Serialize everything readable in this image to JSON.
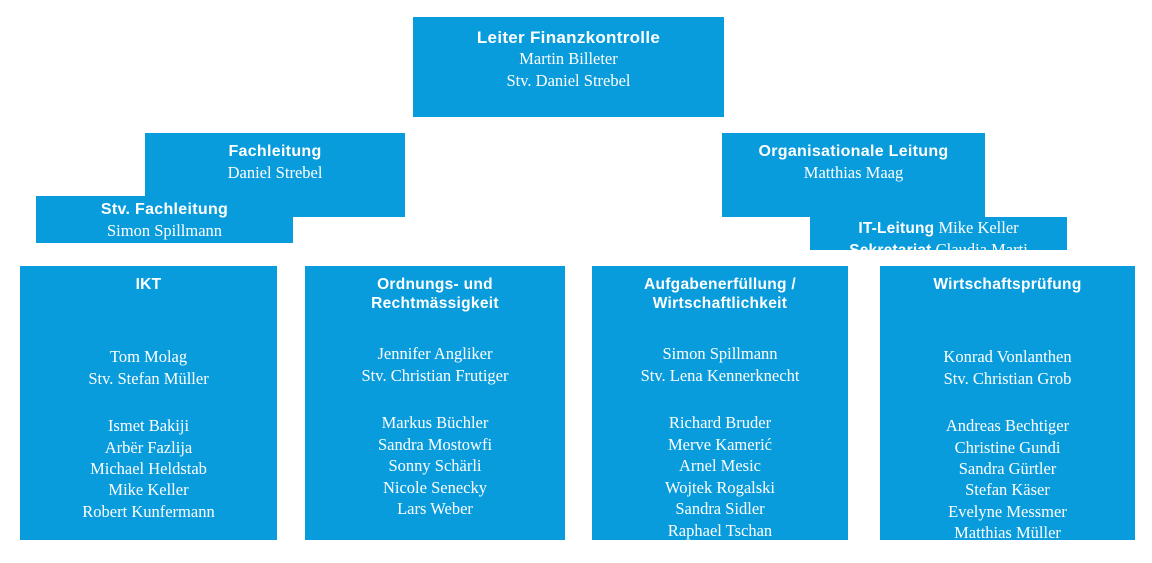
{
  "chart": {
    "type": "org-chart",
    "accent_color": "#089cdd",
    "text_color": "#ffffff",
    "background_color": "#ffffff"
  },
  "top": {
    "title": "Leiter Finanzkontrolle",
    "name": "Martin Billeter",
    "deputy": "Stv. Daniel Strebel"
  },
  "left_branch": {
    "lead": {
      "title": "Fachleitung",
      "name": "Daniel Strebel"
    },
    "deputy_lead": {
      "title": "Stv. Fachleitung",
      "name": "Simon Spillmann"
    }
  },
  "right_branch": {
    "lead": {
      "title": "Organisationale Leitung",
      "name": "Matthias Maag"
    },
    "roles": [
      {
        "label": "IT-Leitung",
        "name": "Mike Keller"
      },
      {
        "label": "Sekretariat",
        "name": "Claudia Marti"
      }
    ]
  },
  "columns": [
    {
      "title": "IKT",
      "title_lines": [
        "IKT"
      ],
      "leads": [
        "Tom Molag",
        "Stv. Stefan Müller"
      ],
      "members": [
        "Ismet Bakiji",
        "Arbër Fazlija",
        "Michael Heldstab",
        "Mike Keller",
        "Robert Kunfermann"
      ]
    },
    {
      "title": "Ordnungs- und Rechtmässigkeit",
      "title_lines": [
        "Ordnungs- und",
        "Rechtmässigkeit"
      ],
      "leads": [
        "Jennifer Angliker",
        "Stv. Christian Frutiger"
      ],
      "members": [
        "Markus Büchler",
        "Sandra Mostowfi",
        "Sonny Schärli",
        "Nicole Senecky",
        "Lars Weber"
      ]
    },
    {
      "title": "Aufgabenerfüllung / Wirtschaftlichkeit",
      "title_lines": [
        "Aufgabenerfüllung /",
        "Wirtschaftlichkeit"
      ],
      "leads": [
        "Simon Spillmann",
        "Stv. Lena Kennerknecht"
      ],
      "members": [
        "Richard Bruder",
        "Merve Kamerić",
        "Arnel Mesic",
        "Wojtek Rogalski",
        "Sandra Sidler",
        "Raphael Tschan"
      ]
    },
    {
      "title": "Wirtschaftsprüfung",
      "title_lines": [
        "Wirtschaftsprüfung"
      ],
      "leads": [
        "Konrad Vonlanthen",
        "Stv. Christian Grob"
      ],
      "members": [
        "Andreas Bechtiger",
        "Christine Gundi",
        "Sandra Gürtler",
        "Stefan Käser",
        "Evelyne Messmer",
        "Matthias Müller"
      ]
    }
  ]
}
